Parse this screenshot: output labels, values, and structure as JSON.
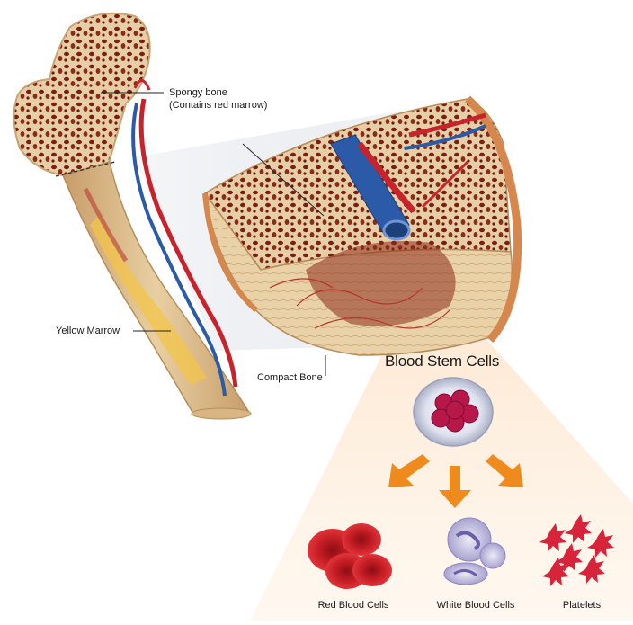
{
  "labels": {
    "spongy_bone_line1": "Spongy bone",
    "spongy_bone_line2": "(Contains red marrow)",
    "yellow_marrow": "Yellow Marrow",
    "compact_bone": "Compact Bone",
    "blood_stem_cells": "Blood Stem Cells",
    "red_blood_cells": "Red Blood Cells",
    "white_blood_cells": "White Blood Cells",
    "platelets": "Platelets"
  },
  "colors": {
    "bone": "#e4c99a",
    "bone_dark": "#c9a472",
    "spongy_red": "#7a1e14",
    "artery": "#c8232c",
    "vein": "#2b5aa8",
    "marrow_yellow": "#f3c44a",
    "arrow_orange": "#ef8a1d",
    "rbc": "#c41c24",
    "wbc": "#c9c3e4",
    "platelet": "#d8243a",
    "stem_nucleus": "#b8174a",
    "glow": "#fde3c8"
  }
}
